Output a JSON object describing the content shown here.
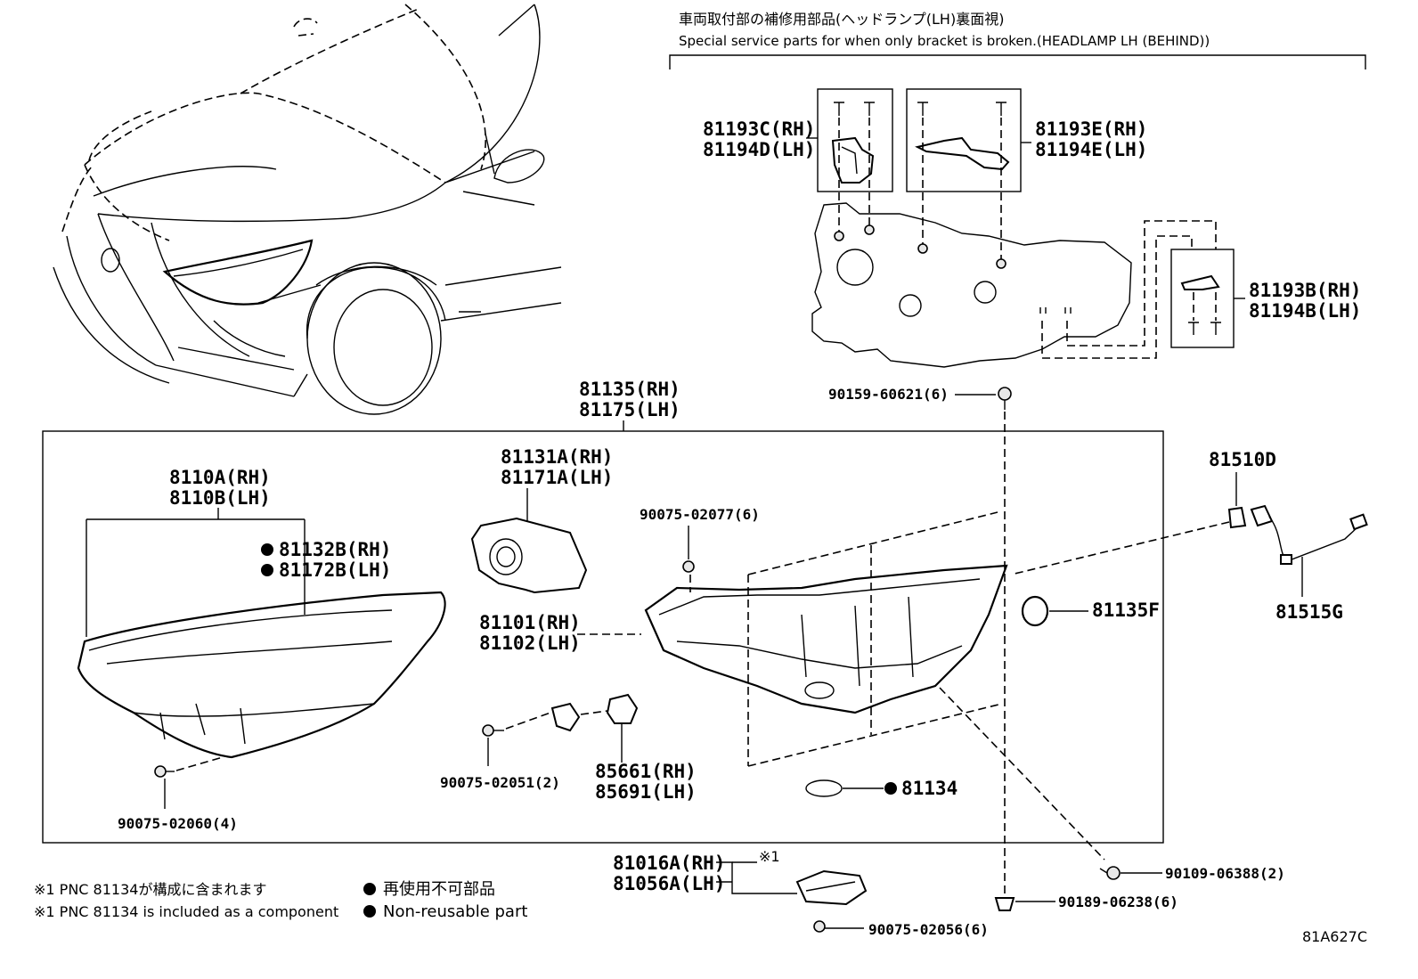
{
  "header": {
    "jp_title": "車両取付部の補修用部品(ヘッドランプ(LH)裏面視)",
    "en_title": "Special service parts for when only bracket is broken.(HEADLAMP LH (BEHIND))"
  },
  "parts": {
    "p81193C_rh": "81193C(RH)",
    "p81194D_lh": "81194D(LH)",
    "p81193E_rh": "81193E(RH)",
    "p81194E_lh": "81194E(LH)",
    "p81193B_rh": "81193B(RH)",
    "p81194B_lh": "81194B(LH)",
    "p90159": "90159-60621(6)",
    "p81135_rh": "81135(RH)",
    "p81175_lh": "81175(LH)",
    "p8110A_rh": "8110A(RH)",
    "p8110B_lh": "8110B(LH)",
    "p81132B_rh": "81132B(RH)",
    "p81172B_lh": "81172B(LH)",
    "p81131A_rh": "81131A(RH)",
    "p81171A_lh": "81171A(LH)",
    "p90075_02077": "90075-02077(6)",
    "p81101_rh": "81101(RH)",
    "p81102_lh": "81102(LH)",
    "p85661_rh": "85661(RH)",
    "p85691_lh": "85691(LH)",
    "p90075_02051": "90075-02051(2)",
    "p90075_02060": "90075-02060(4)",
    "p81134": "81134",
    "p81135F": "81135F",
    "p81510D": "81510D",
    "p81515G": "81515G",
    "p81016A_rh": "81016A(RH)",
    "p81056A_lh": "81056A(LH)",
    "p90109": "90109-06388(2)",
    "p90189": "90189-06238(6)",
    "p90075_02056": "90075-02056(6)",
    "note_mark": "※1"
  },
  "notes": {
    "jp": "※1 PNC 81134が構成に含まれます",
    "en": "※1 PNC 81134 is included as a component"
  },
  "legend": {
    "jp": "再使用不可部品",
    "en": "Non-reusable part"
  },
  "figure_code": "81A627C"
}
